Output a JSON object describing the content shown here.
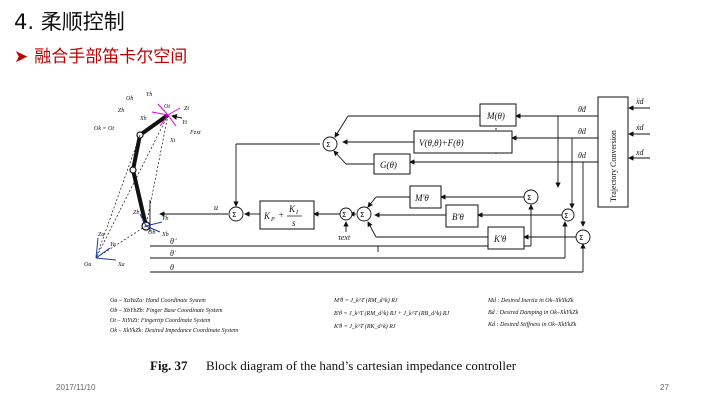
{
  "header": {
    "title": "4. 柔顺控制",
    "bullet": "➤",
    "subtitle": "融合手部笛卡尔空间"
  },
  "diagram": {
    "blocks": {
      "M": "M(θ)",
      "V": "V(θ,θ̇)+F(θ̇)",
      "G": "G(θ)",
      "Kp": "K_P + K_I / s",
      "Kp_main": "K",
      "Kp_sub": "P",
      "Ki_num": "K",
      "Ki_sub": "I",
      "Ki_den": "s",
      "Mth": "M'θ",
      "Bth": "B'θ",
      "Kth": "K'θ",
      "traj": "Trajectory Conversion"
    },
    "signals": {
      "tau_ext": "τext",
      "u": "u",
      "theta_dd": "θ̈",
      "theta_d": "θ̇",
      "theta": "θ",
      "theta_dd_d": "θ̈d",
      "theta_d_d": "θ̇d",
      "theta_d_pos": "θd",
      "x_dd_d": "ẍd",
      "x_d_d": "ẋd",
      "x_d": "xd"
    },
    "frames": {
      "Oh": "Oh",
      "Yh": "Yh",
      "Zh": "Zh",
      "Xh": "Xh",
      "Ot": "Ot",
      "Yt": "Yt",
      "Zt": "Zt",
      "Xt": "Xt",
      "Fext": "Fext",
      "OkOt": "Ok = Ot",
      "Ob": "Ob",
      "Yb": "Yb",
      "Xb": "Xb",
      "Zb": "Zb",
      "Oa": "Oa",
      "Za": "Za",
      "Ya": "Ya",
      "Xa": "Xa"
    },
    "legend_left": [
      "Oa – XaYaZa: Hand Coordinate System",
      "Ob – XbYbZb: Finger Base Coordinate System",
      "Ot – XtYtZt: Fingertip Coordinate System",
      "Ok – XkYkZk: Desired Impedance Coordinate System"
    ],
    "legend_mid": [
      "M'θ = J_k^T (RM_d^k) RJ",
      "B'θ = J_k^T (RM_d^k) RJ + J_k^T (RB_d^k) RJ",
      "K'θ = J_k^T (RK_d^k) RJ"
    ],
    "legend_right": [
      "Md : Desired Inertia in Ok–XkYkZk",
      "Bd : Desired Damping in Ok–XkYkZk",
      "Kd : Desired Stiffness in Ok–XkYkZk"
    ],
    "caption_fig": "Fig. 37",
    "caption_text": "Block diagram of the hand’s cartesian impedance controller"
  },
  "footer": {
    "date": "2017/11/10",
    "page": "27"
  },
  "colors": {
    "frame_pink": "#e000e0",
    "frame_blue": "#1a3aa8",
    "subtitle_red": "#c00000"
  }
}
